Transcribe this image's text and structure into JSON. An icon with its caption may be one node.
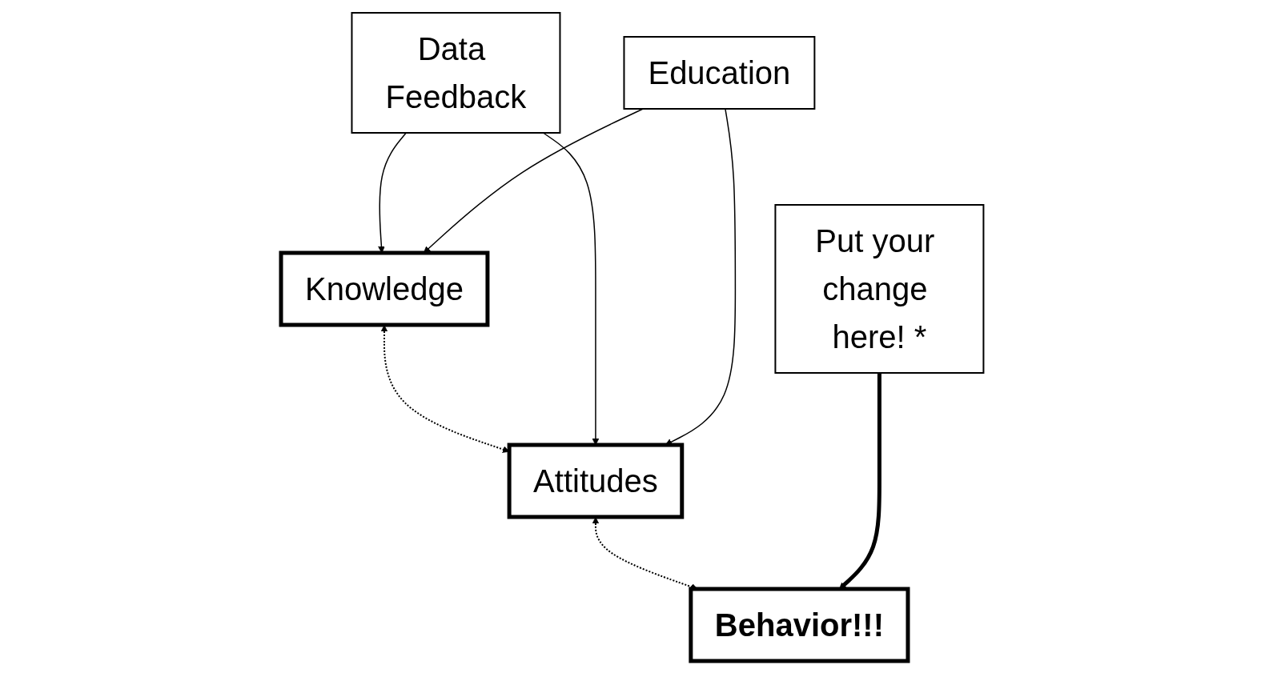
{
  "diagram": {
    "nodes": [
      {
        "text": [
          "Knowledge"
        ]
      },
      {
        "text": [
          "Attitudes"
        ]
      },
      {
        "text": [
          "Behavior!!!"
        ]
      },
      {
        "text": [
          "Data Feedback"
        ]
      },
      {
        "text": [
          "Education"
        ]
      },
      {
        "text": [
          "Put your change here! *"
        ]
      }
    ],
    "edges": [
      {
        "from": 0,
        "to": 1,
        "arrow": "both",
        "style": "dashed"
      },
      {
        "from": 1,
        "to": 2,
        "arrow": "both",
        "style": "dashed"
      },
      {
        "from": 3,
        "to": 0,
        "arrow": "to"
      },
      {
        "from": 3,
        "to": 1,
        "arrow": "to"
      },
      {
        "from": 4,
        "to": 0,
        "arrow": "to"
      },
      {
        "from": 4,
        "to": 1,
        "arrow": "to"
      },
      {
        "from": 5,
        "to": 2,
        "arrow": "to",
        "style": "thick"
      }
    ]
  }
}
